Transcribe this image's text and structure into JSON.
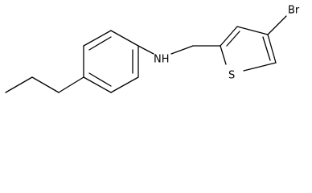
{
  "molecule": {
    "atoms": {
      "nh": "NH",
      "s": "S",
      "br": "Br"
    },
    "colors": {
      "bond": "#000000",
      "text": "#000000",
      "background": "#ffffff"
    }
  }
}
